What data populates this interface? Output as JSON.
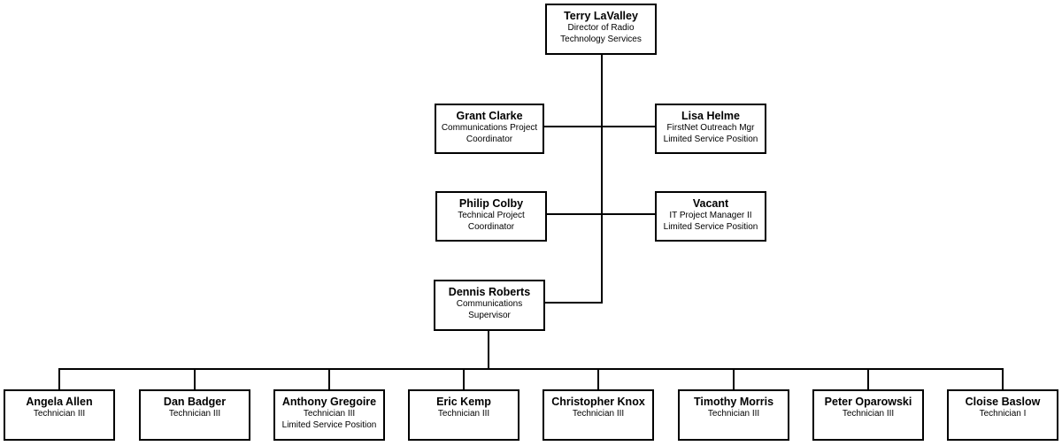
{
  "director": {
    "name": "Terry LaValley",
    "lines": [
      "Director of Radio",
      "Technology Services"
    ]
  },
  "left_reports": [
    {
      "name": "Grant Clarke",
      "lines": [
        "Communications Project",
        "Coordinator"
      ]
    },
    {
      "name": "Philip Colby",
      "lines": [
        "Technical Project",
        "Coordinator"
      ]
    }
  ],
  "right_reports": [
    {
      "name": "Lisa Helme",
      "lines": [
        "FirstNet Outreach Mgr",
        "Limited Service Position"
      ]
    },
    {
      "name": "Vacant",
      "lines": [
        "IT Project Manager II",
        "Limited Service Position"
      ]
    }
  ],
  "supervisor": {
    "name": "Dennis Roberts",
    "lines": [
      "Communications",
      "Supervisor"
    ]
  },
  "technicians": [
    {
      "name": "Angela Allen",
      "lines": [
        "Technician III"
      ]
    },
    {
      "name": "Dan Badger",
      "lines": [
        "Technician III"
      ]
    },
    {
      "name": "Anthony Gregoire",
      "lines": [
        "Technician III",
        "Limited Service Position"
      ]
    },
    {
      "name": "Eric Kemp",
      "lines": [
        "Technician III"
      ]
    },
    {
      "name": "Christopher Knox",
      "lines": [
        "Technician III"
      ]
    },
    {
      "name": "Timothy Morris",
      "lines": [
        "Technician III"
      ]
    },
    {
      "name": "Peter Oparowski",
      "lines": [
        "Technician III"
      ]
    },
    {
      "name": "Cloise Baslow",
      "lines": [
        "Technician I"
      ]
    }
  ]
}
